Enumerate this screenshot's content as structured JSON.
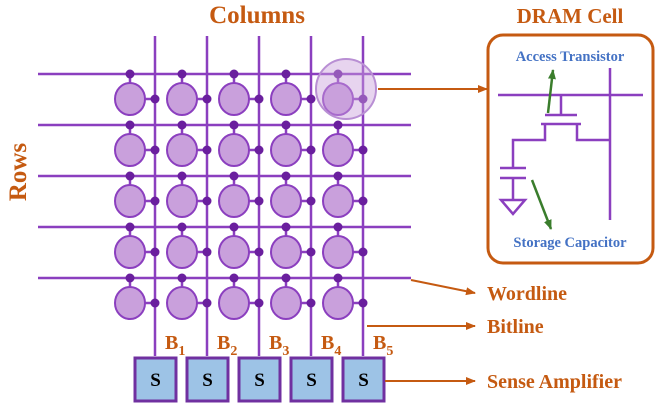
{
  "title_columns": "Columns",
  "title_rows": "Rows",
  "dram_cell": {
    "title": "DRAM Cell",
    "access_transistor_label": "Access Transistor",
    "storage_capacitor_label": "Storage Capacitor"
  },
  "bitlines": [
    {
      "letter": "B",
      "index": "1"
    },
    {
      "letter": "B",
      "index": "2"
    },
    {
      "letter": "B",
      "index": "3"
    },
    {
      "letter": "B",
      "index": "4"
    },
    {
      "letter": "B",
      "index": "5"
    }
  ],
  "sense_amp_letter": "S",
  "callouts": {
    "wordline": "Wordline",
    "bitline": "Bitline",
    "sense_amplifier": "Sense Amplifier"
  },
  "grid": {
    "rows": 5,
    "cols": 5
  },
  "colors": {
    "title": "#c55a11",
    "grid_line": "#8b3fbf",
    "cell_fill": "#c9a0dc",
    "dot": "#6a1f9e",
    "box_border": "#c55a11",
    "inner_label": "#4472c4",
    "arrow_green": "#3a7d2c",
    "sense_fill": "#9dc3e6",
    "sense_border": "#7030a0"
  }
}
